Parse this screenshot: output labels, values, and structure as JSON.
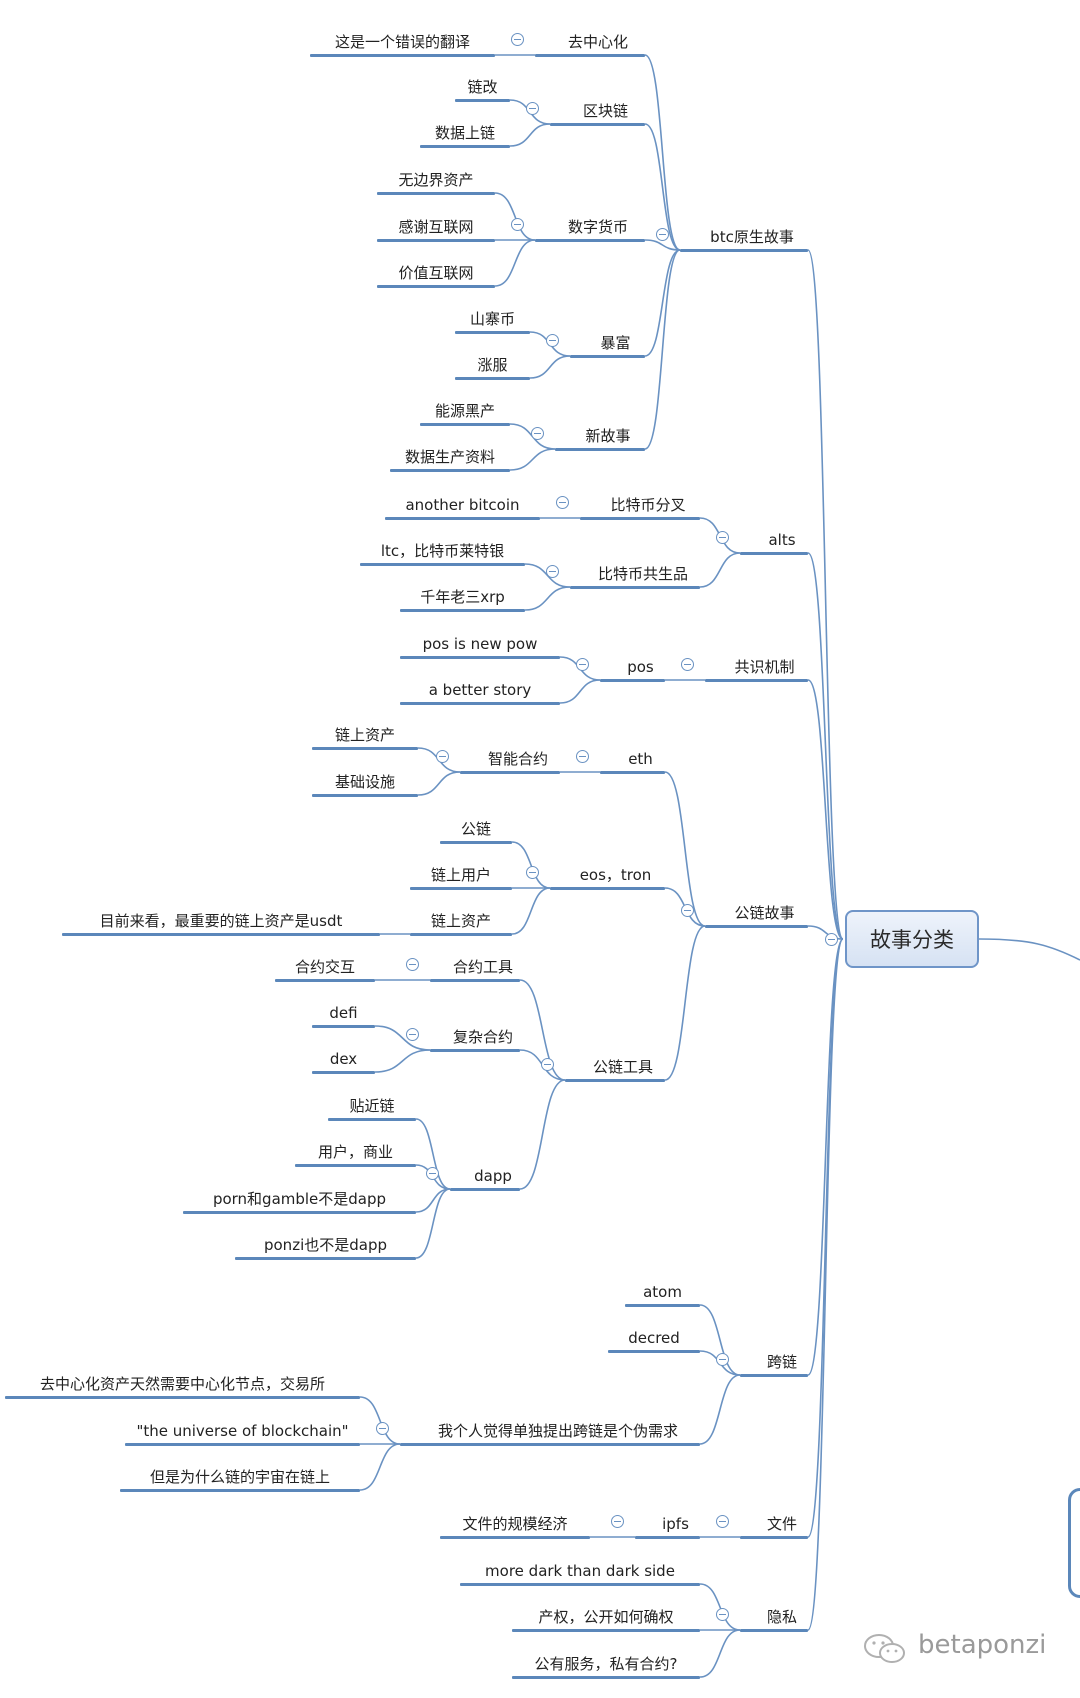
{
  "root": "故事分类",
  "watermark": "betaponzi",
  "nodes": {
    "btc": "btc原生故事",
    "decentralize": "去中心化",
    "bad_translation": "这是一个错误的翻译",
    "blockchain": "区块链",
    "chain_change": "链改",
    "data_onchain": "数据上链",
    "digital_currency": "数字货币",
    "borderless": "无边界资产",
    "thanks_internet": "感谢互联网",
    "value_internet": "价值互联网",
    "rich": "暴富",
    "altcoin": "山寨币",
    "pump": "涨服",
    "new_story": "新故事",
    "energy": "能源黑产",
    "data_prod": "数据生产资料",
    "alts": "alts",
    "btc_fork": "比特币分叉",
    "another_bitcoin": "another bitcoin",
    "btc_symbiosis": "比特币共生品",
    "ltc": "ltc，比特币莱特银",
    "xrp": "千年老三xrp",
    "consensus": "共识机制",
    "pos": "pos",
    "pos_new_pow": "pos is new pow",
    "better_story": "a better story",
    "public_chain": "公链故事",
    "eth": "eth",
    "smart_contract": "智能合约",
    "onchain_asset_1": "链上资产",
    "infra": "基础设施",
    "eos_tron": "eos，tron",
    "public": "公链",
    "onchain_users": "链上用户",
    "onchain_asset_2": "链上资产",
    "usdt_note": "目前来看，最重要的链上资产是usdt",
    "chain_tools": "公链工具",
    "contract_tools": "合约工具",
    "contract_interact": "合约交互",
    "complex_contract": "复杂合约",
    "defi": "defi",
    "dex": "dex",
    "dapp": "dapp",
    "near_chain": "贴近链",
    "user_business": "用户，商业",
    "porn": "porn和gamble不是dapp",
    "ponzi_not": "ponzi也不是dapp",
    "cross_chain": "跨链",
    "atom": "atom",
    "decred": "decred",
    "pseudo": "我个人觉得单独提出跨链是个伪需求",
    "dex_need": "去中心化资产天然需要中心化节点，交易所",
    "universe": "\"the universe of blockchain\"",
    "why_universe": "但是为什么链的宇宙在链上",
    "files": "文件",
    "ipfs": "ipfs",
    "scale": "文件的规模经济",
    "privacy": "隐私",
    "dark": "more dark than dark side",
    "property": "产权，公开如何确权",
    "public_service": "公有服务，私有合约?"
  }
}
